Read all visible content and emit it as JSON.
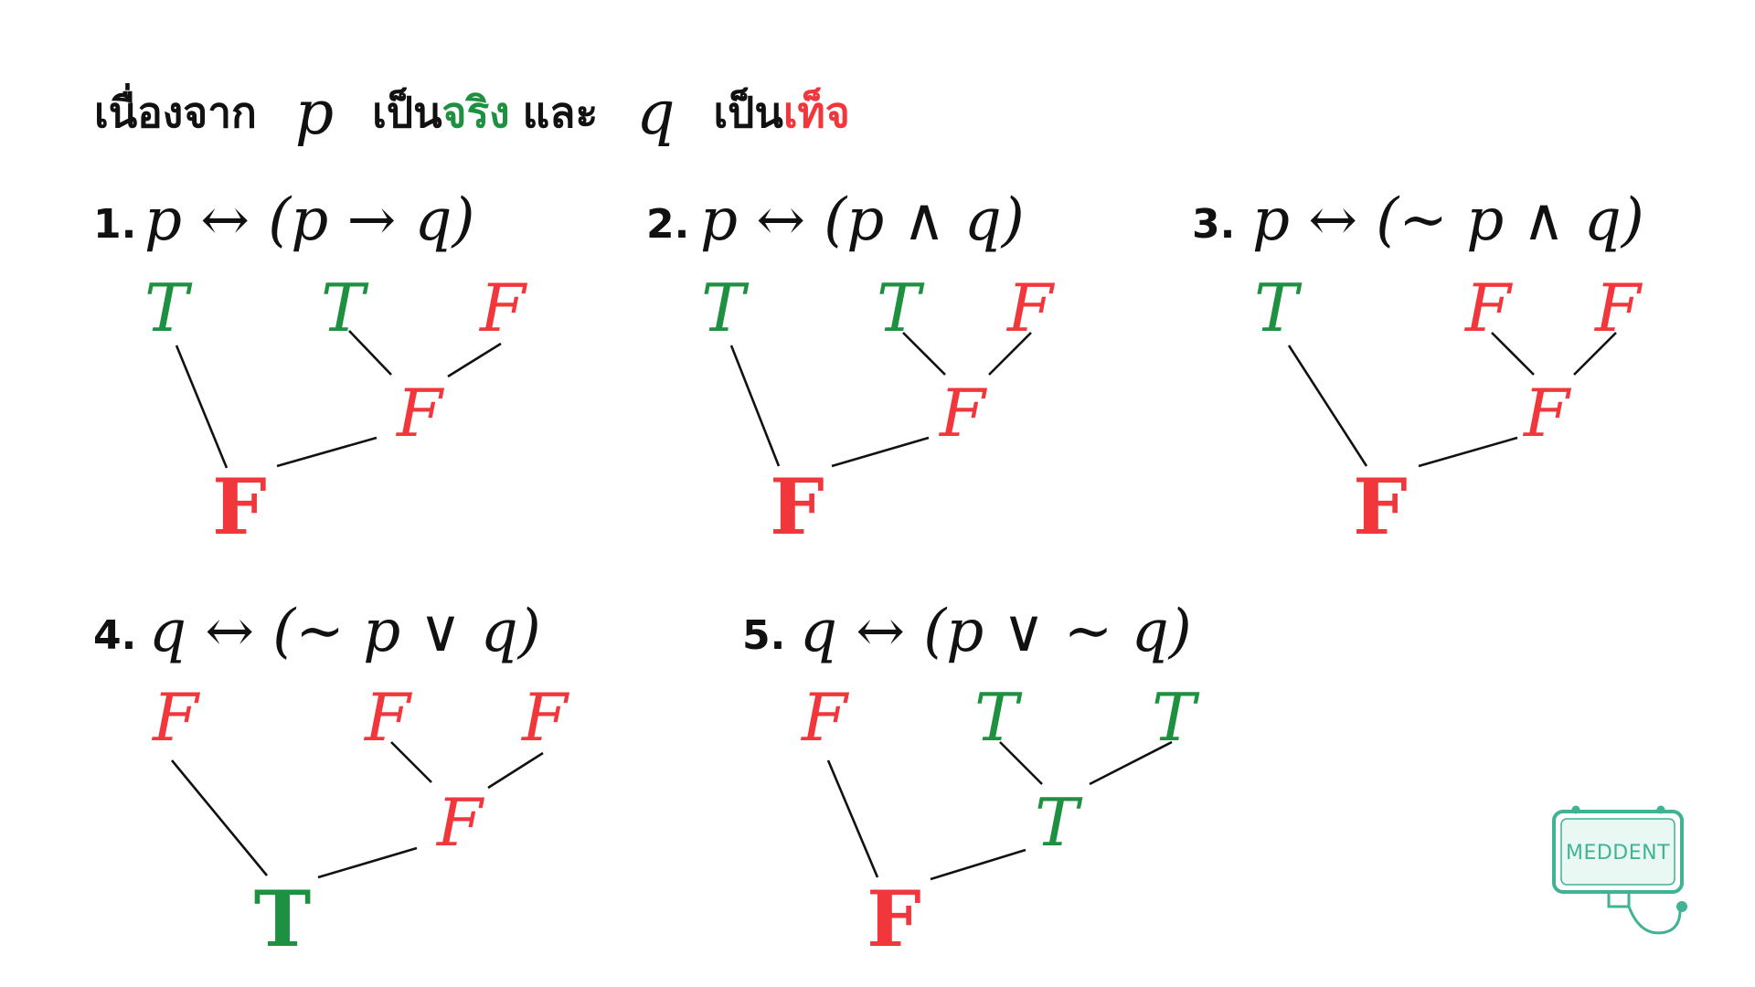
{
  "header": {
    "since": "เนื่องจาก",
    "p": "p",
    "is1": "เป็น",
    "true_word": "จริง",
    "and": "และ",
    "q": "q",
    "is2": "เป็น",
    "false_word": "เท็จ"
  },
  "colors": {
    "true": "#1e9140",
    "false": "#f2373c",
    "logo": "#3fb394"
  },
  "problems": [
    {
      "number": "1.",
      "expression": "p ↔ (p → q)",
      "leaves": [
        "T",
        "T",
        "F"
      ],
      "inner": "F",
      "root": "F"
    },
    {
      "number": "2.",
      "expression": "p ↔ (p ∧ q)",
      "leaves": [
        "T",
        "T",
        "F"
      ],
      "inner": "F",
      "root": "F"
    },
    {
      "number": "3.",
      "expression": "p ↔ (∼ p ∧ q)",
      "leaves": [
        "T",
        "F",
        "F"
      ],
      "inner": "F",
      "root": "F"
    },
    {
      "number": "4.",
      "expression": "q ↔ (∼ p ∨ q)",
      "leaves": [
        "F",
        "F",
        "F"
      ],
      "inner": "F",
      "root": "T"
    },
    {
      "number": "5.",
      "expression": "q ↔ (p ∨ ∼ q)",
      "leaves": [
        "F",
        "T",
        "T"
      ],
      "inner": "T",
      "root": "F"
    }
  ],
  "logo": {
    "text": "MEDDENT",
    "icon": "monitor-stethoscope-icon"
  }
}
